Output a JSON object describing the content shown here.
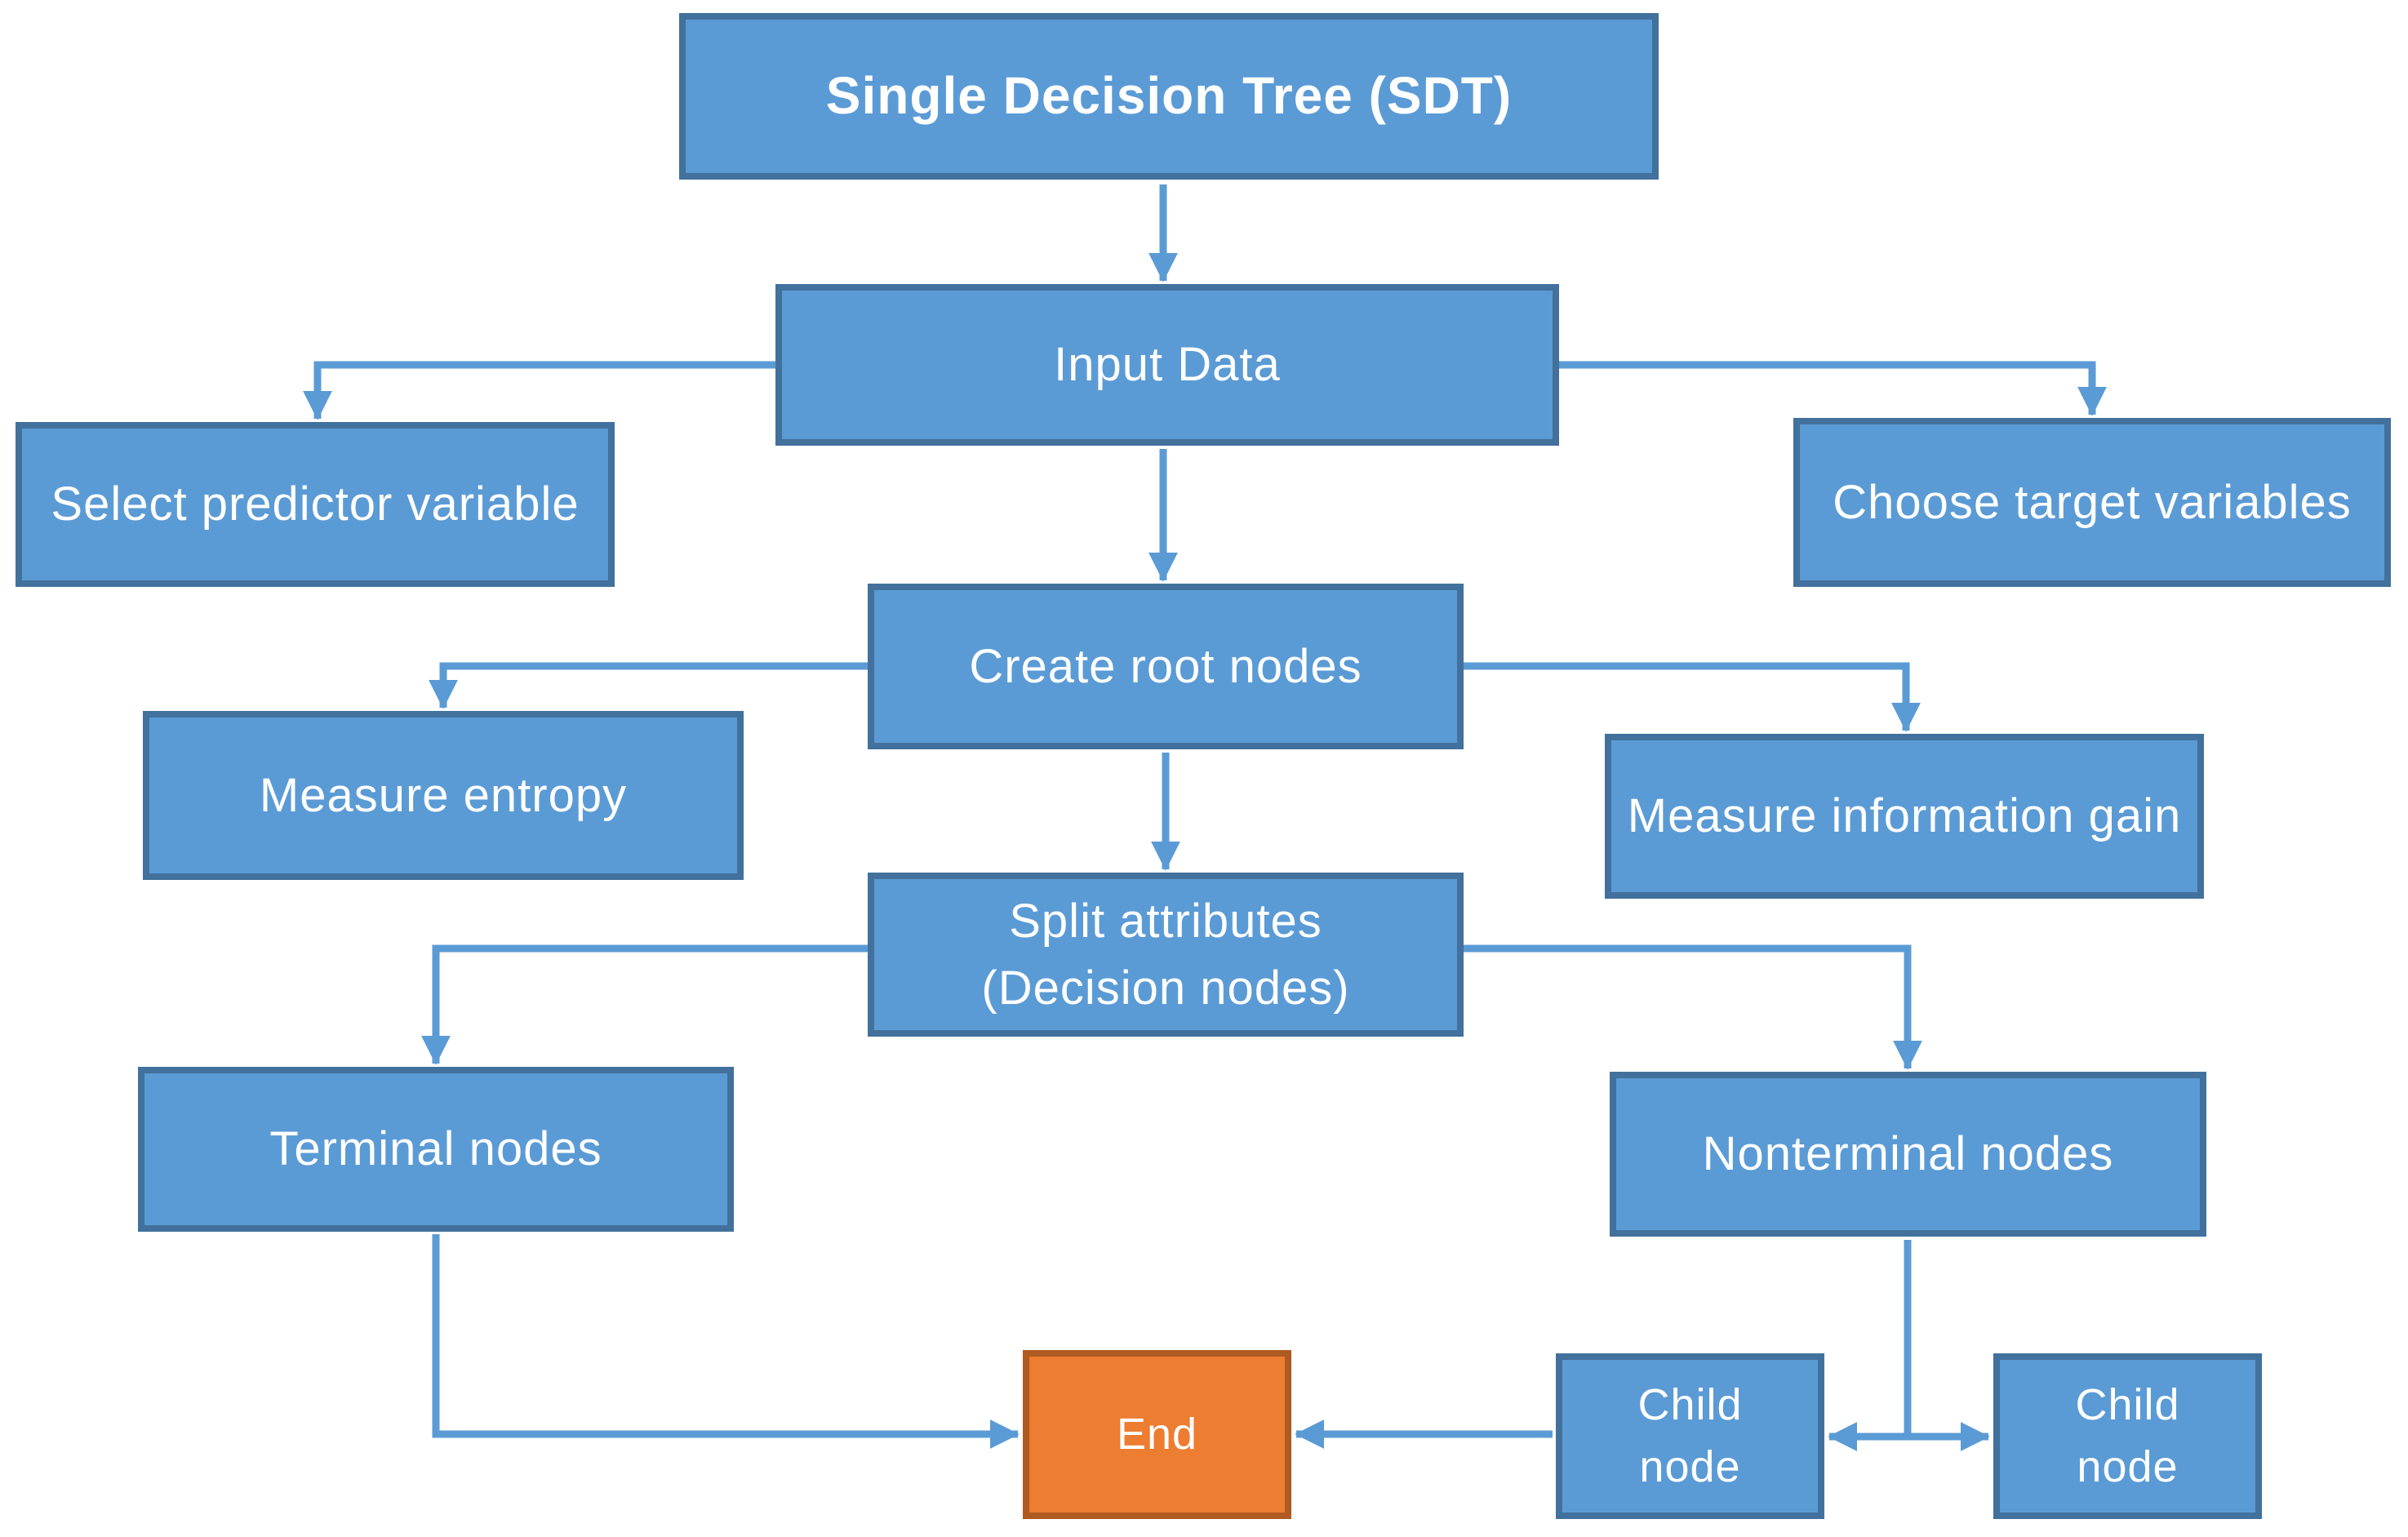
{
  "diagram": {
    "title": "Single Decision Tree (SDT)",
    "nodes": {
      "sdt_title": {
        "label": "Single Decision Tree (SDT)"
      },
      "input_data": {
        "label": "Input Data"
      },
      "select_predictor": {
        "label": "Select predictor variable"
      },
      "choose_target": {
        "label": "Choose target variables"
      },
      "create_root": {
        "label": "Create root nodes"
      },
      "measure_entropy": {
        "label": "Measure entropy"
      },
      "measure_info_gain": {
        "label": "Measure information gain"
      },
      "split_attributes": {
        "line1": "Split attributes",
        "line2": "(Decision nodes)"
      },
      "terminal": {
        "label": "Terminal nodes"
      },
      "nonterminal": {
        "label": "Nonterminal nodes"
      },
      "end": {
        "label": "End"
      },
      "child_left": {
        "line1": "Child",
        "line2": "node"
      },
      "child_right": {
        "line1": "Child",
        "line2": "node"
      }
    },
    "edges": [
      {
        "from": "Single Decision Tree (SDT)",
        "to": "Input Data",
        "type": "arrow"
      },
      {
        "from": "Input Data",
        "to": "Select predictor variable",
        "type": "arrow"
      },
      {
        "from": "Input Data",
        "to": "Choose target variables",
        "type": "arrow"
      },
      {
        "from": "Input Data",
        "to": "Create root nodes",
        "type": "arrow"
      },
      {
        "from": "Create root nodes",
        "to": "Measure entropy",
        "type": "arrow"
      },
      {
        "from": "Create root nodes",
        "to": "Measure information gain",
        "type": "arrow"
      },
      {
        "from": "Create root nodes",
        "to": "Split attributes (Decision nodes)",
        "type": "arrow"
      },
      {
        "from": "Split attributes (Decision nodes)",
        "to": "Terminal nodes",
        "type": "arrow"
      },
      {
        "from": "Split attributes (Decision nodes)",
        "to": "Nonterminal nodes",
        "type": "arrow"
      },
      {
        "from": "Nonterminal nodes",
        "to": "Child node / Child node",
        "type": "double-arrow"
      },
      {
        "from": "Child node",
        "to": "End",
        "type": "arrow"
      },
      {
        "from": "Terminal nodes",
        "to": "End",
        "type": "arrow"
      }
    ],
    "colors": {
      "node_fill": "#5B9BD5",
      "node_border": "#41719C",
      "end_fill": "#ED7D31",
      "end_border": "#AE5A21",
      "connector": "#5B9BD5",
      "text": "#FFFFFF",
      "background": "#FFFFFF"
    }
  }
}
